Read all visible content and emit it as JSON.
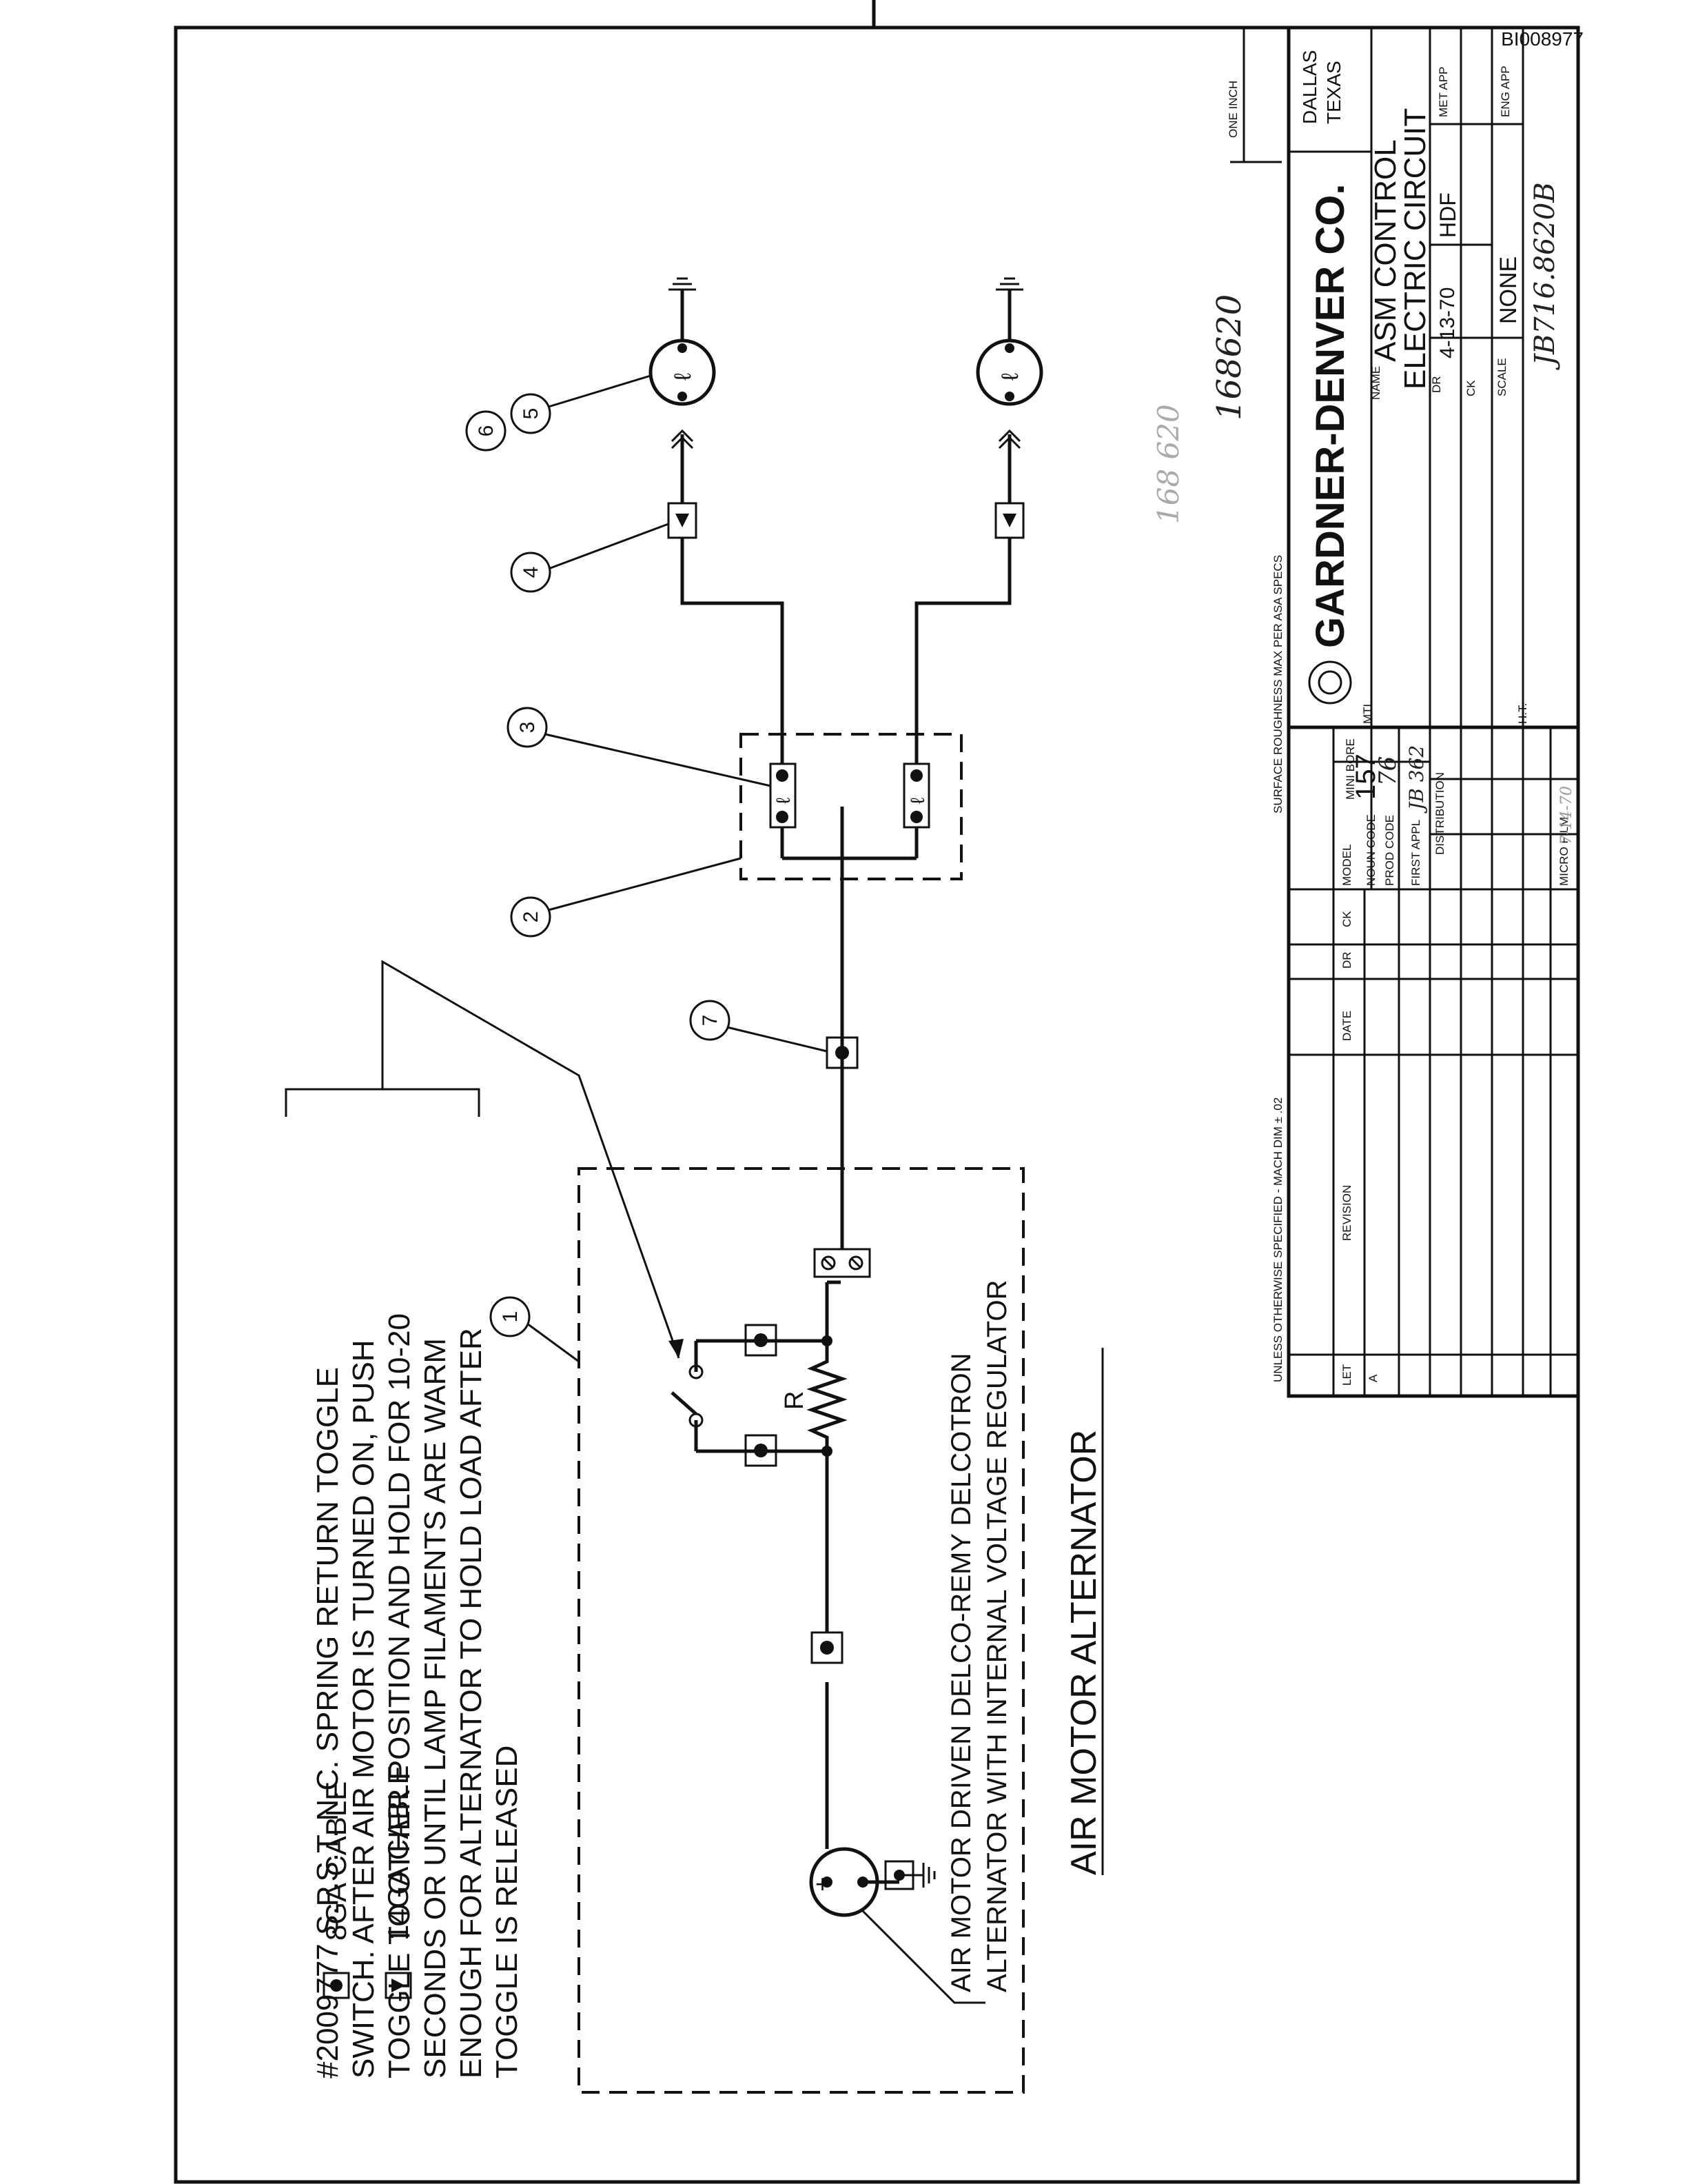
{
  "doc_id": "BI008977",
  "note": {
    "lines": [
      "#2009777 S.P.S.T. N.C. SPRING RETURN TOGGLE",
      "SWITCH. AFTER AIR MOTOR IS TURNED ON, PUSH",
      "TOGGLE TO OTHER POSITION AND HOLD FOR 10-20",
      "SECONDS OR UNTIL LAMP FILAMENTS ARE WARM",
      "ENOUGH FOR ALTERNATOR TO HOLD LOAD AFTER",
      "TOGGLE IS RELEASED"
    ]
  },
  "legend": {
    "items": [
      {
        "symbol": "circle-dot",
        "label": "8GA CABLE"
      },
      {
        "symbol": "triangle",
        "label": "14GA CABLE"
      }
    ]
  },
  "diagram": {
    "title": "AIR MOTOR ALTERNATOR",
    "alternator_note": [
      "AIR MOTOR DRIVEN DELCO-REMY DELCOTRON",
      "ALTERNATOR WITH INTERNAL VOLTAGE REGULATOR"
    ],
    "resistor_label": "R",
    "plus_sign": "+",
    "callouts": [
      "1",
      "2",
      "3",
      "4",
      "5",
      "6",
      "7"
    ]
  },
  "handwritten": {
    "drawing_number": "168620",
    "stamp_faint": "168 620",
    "bottom_code": "JB716.8620B"
  },
  "title_block": {
    "one_inch": "ONE INCH",
    "surface_note": "SURFACE ROUGHNESS MAX PER ASA SPECS",
    "tolerance_note": "UNLESS OTHERWISE SPECIFIED - MACH DIM ± .02",
    "company": "GARDNER-DENVER CO.",
    "city": "DALLAS",
    "state": "TEXAS",
    "name_label": "NAME",
    "name_line1": "ASM CONTROL",
    "name_line2": "ELECTRIC CIRCUIT",
    "dr_label": "DR",
    "dr_date": "4-13-70",
    "dr_initials": "HDF",
    "met_app": "MET APP",
    "ck_label": "CK",
    "eng_app": "ENG APP",
    "scale_label": "SCALE",
    "scale_value": "NONE",
    "mtl_label": "MTL",
    "ht_label": "H.T.",
    "model_label": "MODEL",
    "model_value": "MINI BORE",
    "noun_code_label": "NOUN CODE",
    "noun_code_value": "157",
    "prod_code_label": "PROD CODE",
    "prod_code_value": "76",
    "first_appl_label": "FIRST APPL",
    "first_appl_value": "JB 362",
    "distribution_label": "DISTRIBUTION",
    "micro_label": "MICRO FILM",
    "micro_date": "7-14-70",
    "rev_headers": [
      "LET",
      "REVISION",
      "DATE",
      "DR",
      "CK"
    ],
    "rev_rows": [
      {
        "let": "A",
        "revision": "",
        "date": "",
        "dr": "",
        "ck": ""
      }
    ]
  }
}
